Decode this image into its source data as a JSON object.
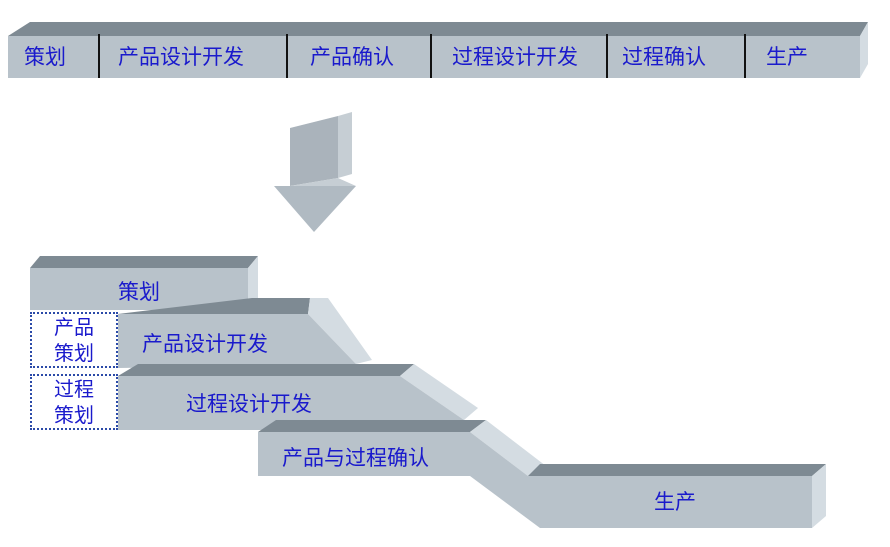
{
  "top_bar": {
    "phases": [
      "策划",
      "产品设计开发",
      "产品确认",
      "过程设计开发",
      "过程确认",
      "生产"
    ]
  },
  "bottom": {
    "blocks": {
      "planning": "策划",
      "product_design": "产品设计开发",
      "process_design": "过程设计开发",
      "validation": "产品与过程确认",
      "production": "生产"
    },
    "product_planning": [
      "产品",
      "策划"
    ],
    "process_planning": [
      "过程",
      "策划"
    ]
  },
  "colors": {
    "face": "#b8c2ca",
    "top": "#7e8a93",
    "side": "#d4dce2",
    "text": "#1a1acc",
    "dashed": "#2b4aa8"
  }
}
